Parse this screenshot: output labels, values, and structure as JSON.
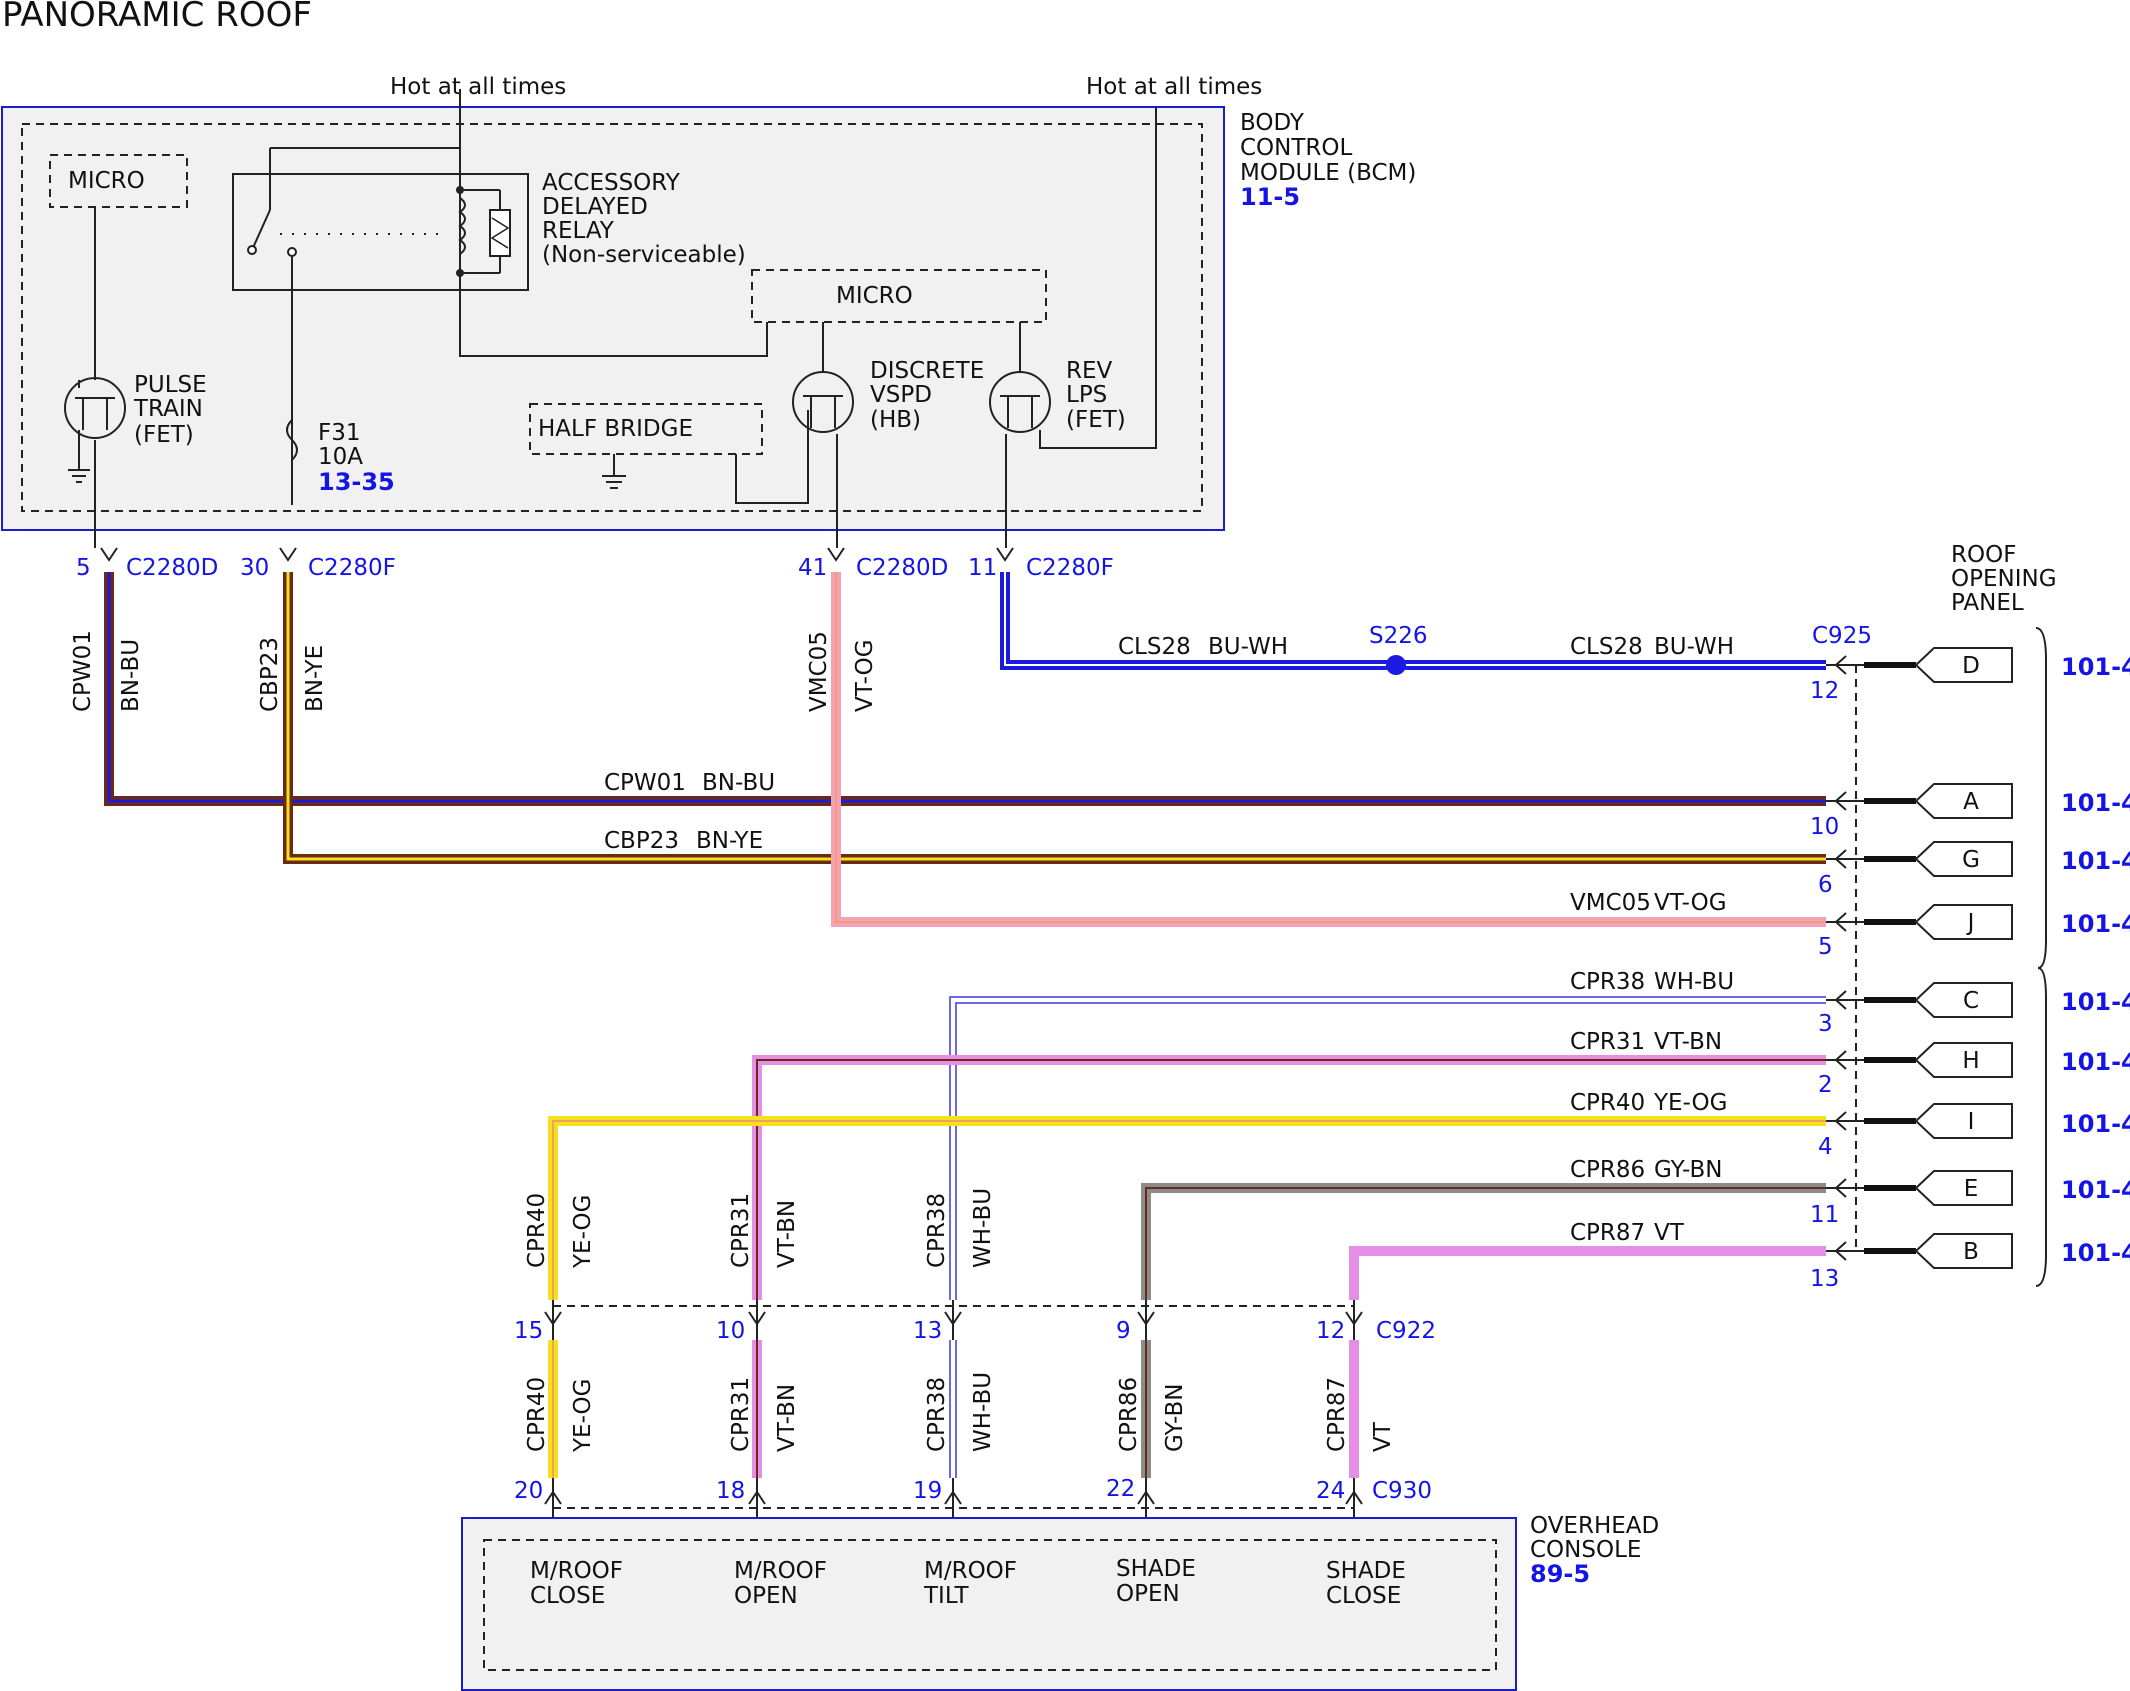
{
  "title": "PANORAMIC ROOF",
  "colors": {
    "module_border": "#1c1ccf",
    "module_fill": "#f1f1f1",
    "pin_number": "#1414e6",
    "ref_link": "#1414e6",
    "BU": "#1a1ae0",
    "BN": "#6b2a14",
    "YE": "#f3e21b",
    "VT": "#e58ee6",
    "OG": "#f0a061",
    "WH": "#ffffff",
    "GY": "#8c8c8c",
    "pink_vmc": "#f4a0bc"
  },
  "hot_labels": [
    "Hot at all times",
    "Hot at all times"
  ],
  "bcm": {
    "name_lines": [
      "BODY",
      "CONTROL",
      "MODULE (BCM)"
    ],
    "ref": "11-5",
    "micro_left": "MICRO",
    "micro_right": "MICRO",
    "relay_lines": [
      "ACCESSORY",
      "DELAYED",
      "RELAY",
      "(Non-serviceable)"
    ],
    "pulse_lines": [
      "PULSE",
      "TRAIN",
      "(FET)"
    ],
    "fuse_lines": [
      "F31",
      "10A"
    ],
    "fuse_ref": "13-35",
    "half_bridge": "HALF BRIDGE",
    "discrete_lines": [
      "DISCRETE",
      "VSPD",
      "(HB)"
    ],
    "rev_lines": [
      "REV",
      "LPS",
      "(FET)"
    ]
  },
  "bcm_pins": [
    {
      "pin": "5",
      "connector": "C2280D"
    },
    {
      "pin": "30",
      "connector": "C2280F"
    },
    {
      "pin": "41",
      "connector": "C2280D"
    },
    {
      "pin": "11",
      "connector": "C2280F"
    }
  ],
  "vertical_wires": [
    {
      "circuit": "CPW01",
      "color": "BN-BU"
    },
    {
      "circuit": "CBP23",
      "color": "BN-YE"
    },
    {
      "circuit": "VMC05",
      "color": "VT-OG"
    }
  ],
  "roof_panel": {
    "name_lines": [
      "ROOF",
      "OPENING",
      "PANEL"
    ],
    "connector": "C925"
  },
  "splice": "S226",
  "cls28": [
    {
      "circuit": "CLS28",
      "color": "BU-WH"
    },
    {
      "circuit": "CLS28",
      "color": "BU-WH"
    }
  ],
  "panel_wires": [
    {
      "circuit": "CLS28",
      "color": "BU-WH",
      "pin": "12",
      "letter": "D",
      "ref": "101-4"
    },
    {
      "circuit": "CPW01",
      "color": "BN-BU",
      "pin": "10",
      "letter": "A",
      "ref": "101-4"
    },
    {
      "circuit": "CBP23",
      "color": "BN-YE",
      "pin": "6",
      "letter": "G",
      "ref": "101-4"
    },
    {
      "circuit": "VMC05",
      "color": "VT-OG",
      "pin": "5",
      "letter": "J",
      "ref": "101-4"
    },
    {
      "circuit": "CPR38",
      "color": "WH-BU",
      "pin": "3",
      "letter": "C",
      "ref": "101-4"
    },
    {
      "circuit": "CPR31",
      "color": "VT-BN",
      "pin": "2",
      "letter": "H",
      "ref": "101-4"
    },
    {
      "circuit": "CPR40",
      "color": "YE-OG",
      "pin": "4",
      "letter": "I",
      "ref": "101-4"
    },
    {
      "circuit": "CPR86",
      "color": "GY-BN",
      "pin": "11",
      "letter": "E",
      "ref": "101-4"
    },
    {
      "circuit": "CPR87",
      "color": "VT",
      "pin": "13",
      "letter": "B",
      "ref": "101-4"
    }
  ],
  "c922": {
    "connector": "C922",
    "pins": [
      "15",
      "10",
      "13",
      "9",
      "12"
    ]
  },
  "c930": {
    "connector": "C930",
    "pins": [
      "20",
      "18",
      "19",
      "22",
      "24"
    ]
  },
  "console_wires": [
    {
      "circuit": "CPR40",
      "color": "YE-OG"
    },
    {
      "circuit": "CPR31",
      "color": "VT-BN"
    },
    {
      "circuit": "CPR38",
      "color": "WH-BU"
    },
    {
      "circuit": "CPR86",
      "color": "GY-BN"
    },
    {
      "circuit": "CPR87",
      "color": "VT"
    }
  ],
  "overhead": {
    "name_lines": [
      "OVERHEAD",
      "CONSOLE"
    ],
    "ref": "89-5",
    "switches": [
      [
        "M/ROOF",
        "CLOSE"
      ],
      [
        "M/ROOF",
        "OPEN"
      ],
      [
        "M/ROOF",
        "TILT"
      ],
      [
        "SHADE",
        "OPEN"
      ],
      [
        "SHADE",
        "CLOSE"
      ]
    ]
  }
}
